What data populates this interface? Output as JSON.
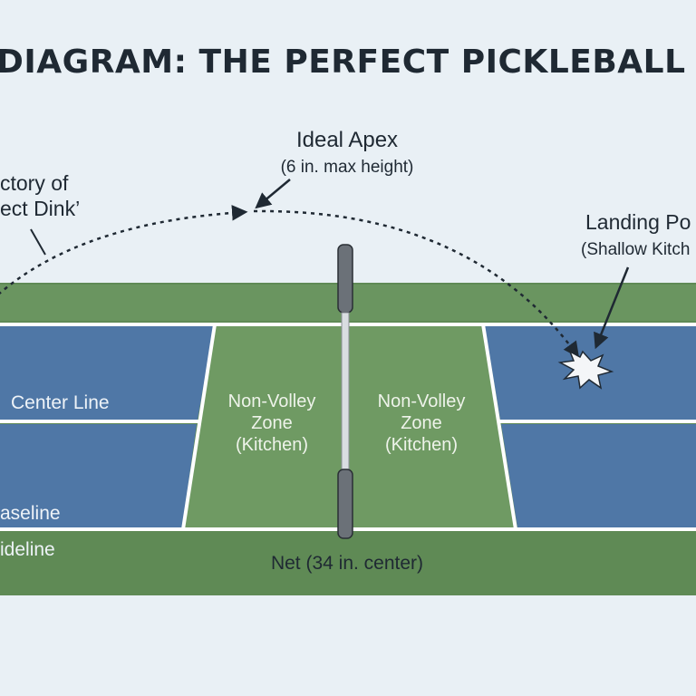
{
  "title": "DIAGRAM: THE PERFECT PICKLEBALL DINK T",
  "annotations": {
    "apex_title": "Ideal Apex",
    "apex_sub": "(6 in. max height)",
    "trajectory_line1": "ctory of",
    "trajectory_line2": "ect Dink’",
    "landing_title": "Landing Po",
    "landing_sub": "(Shallow Kitch"
  },
  "court_labels": {
    "center_line": "Center Line",
    "baseline": "aseline",
    "sideline": "ideline",
    "net": "Net (34 in. center)",
    "left_kitchen": [
      "Non-Volley",
      "Zone",
      "(Kitchen)"
    ],
    "right_kitchen": [
      "Non-Volley",
      "Zone",
      "(Kitchen)"
    ]
  },
  "colors": {
    "background": "#e9f0f5",
    "court_surround": "#5f8a55",
    "court_service_box": "#4f77a6",
    "kitchen": "#6f9a63",
    "lines": "#ffffff",
    "ink": "#1f2933",
    "net_post": "#6b7178"
  }
}
